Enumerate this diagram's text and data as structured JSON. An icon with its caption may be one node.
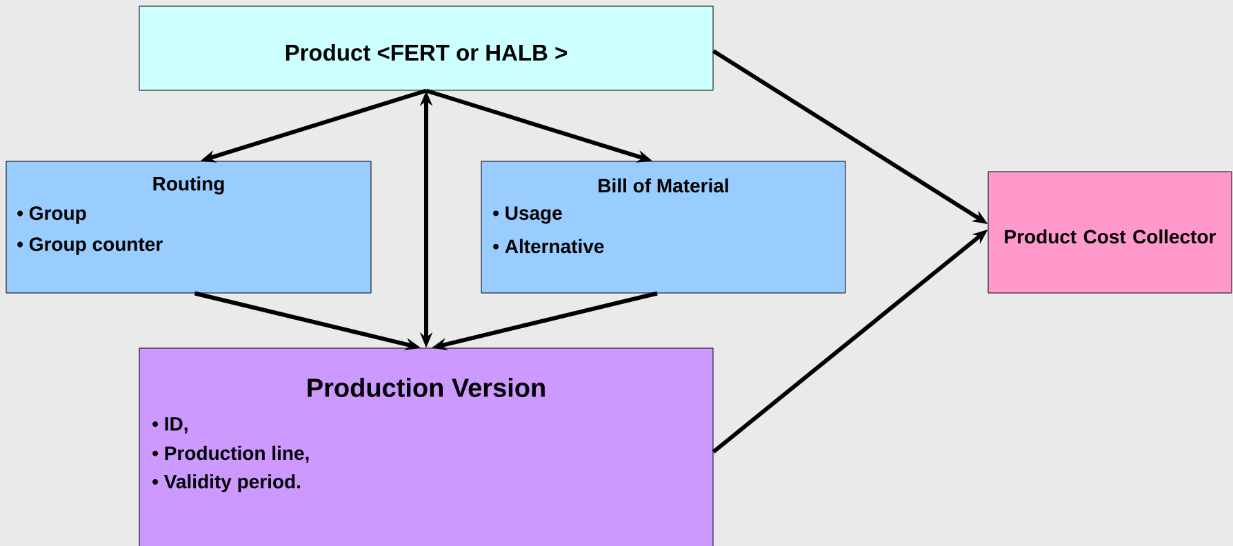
{
  "diagram": {
    "nodes": [
      {
        "text": [
          "Product <FERT or HALB >"
        ]
      },
      {
        "text": [
          "Routing",
          "• Group",
          "• Group counter"
        ]
      },
      {
        "text": [
          "Bill of Material",
          "• Usage",
          "• Alternative"
        ]
      },
      {
        "text": [
          "Production Version",
          "• ID,",
          "• Production line,",
          "• Validity period."
        ]
      },
      {
        "text": [
          "Product Cost Collector"
        ]
      }
    ],
    "edges": [
      {
        "from": 0,
        "to": 1,
        "arrow": "to"
      },
      {
        "from": 0,
        "to": 2,
        "arrow": "to"
      },
      {
        "from": 0,
        "to": 3,
        "arrow": "both"
      },
      {
        "from": 1,
        "to": 3,
        "arrow": "to"
      },
      {
        "from": 2,
        "to": 3,
        "arrow": "to"
      },
      {
        "from": 0,
        "to": 4,
        "arrow": "to"
      },
      {
        "from": 3,
        "to": 4,
        "arrow": "to"
      }
    ]
  }
}
